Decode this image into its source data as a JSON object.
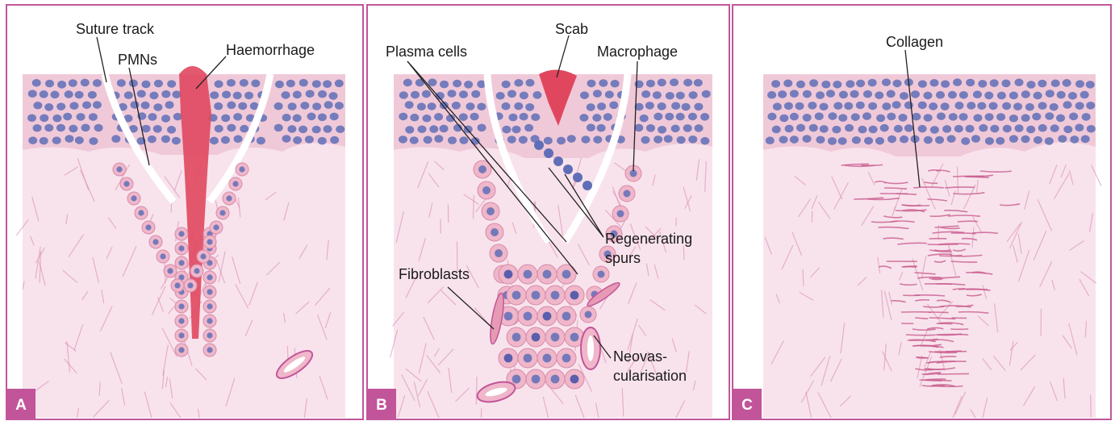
{
  "colors": {
    "border": "#c2559a",
    "tissue": "#f8e3ec",
    "epidermis": "#f0c9d8",
    "nucleus": "#5f6eb7",
    "blood": "#e0475f",
    "fiber": "#d98cb0",
    "cell": "#efb7c9",
    "label_bg": "#c2559a"
  },
  "panels": [
    {
      "letter": "A",
      "labels": {
        "suture_track": "Suture track",
        "pmns": "PMNs",
        "haemorrhage": "Haemorrhage"
      }
    },
    {
      "letter": "B",
      "labels": {
        "plasma_cells": "Plasma cells",
        "scab": "Scab",
        "macrophage": "Macrophage",
        "regenerating_line1": "Regenerating",
        "regenerating_line2": "spurs",
        "fibroblasts": "Fibroblasts",
        "neovas_line1": "Neovas-",
        "neovas_line2": "cularisation"
      }
    },
    {
      "letter": "C",
      "labels": {
        "collagen": "Collagen"
      }
    }
  ]
}
